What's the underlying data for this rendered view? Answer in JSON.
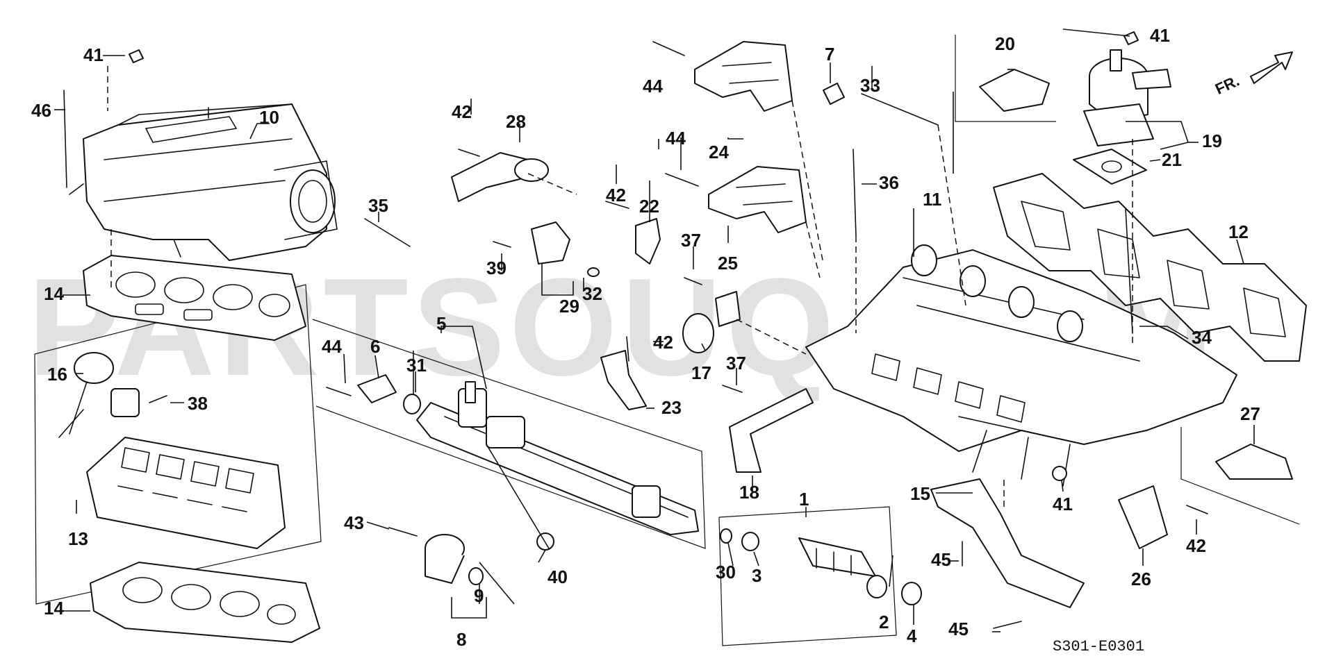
{
  "watermark": "PARTSOUQ.COM",
  "diagram_code": "S301-E0301",
  "front_marker": "FR.",
  "callouts": {
    "c1": "1",
    "c2": "2",
    "c3": "3",
    "c4": "4",
    "c5": "5",
    "c6": "6",
    "c7": "7",
    "c8": "8",
    "c9": "9",
    "c10": "10",
    "c11": "11",
    "c12": "12",
    "c13": "13",
    "c14a": "14",
    "c14b": "14",
    "c15": "15",
    "c16": "16",
    "c17": "17",
    "c18": "18",
    "c19": "19",
    "c20": "20",
    "c21": "21",
    "c22": "22",
    "c23": "23",
    "c24": "24",
    "c25": "25",
    "c26": "26",
    "c27": "27",
    "c28": "28",
    "c29": "29",
    "c30": "30",
    "c31": "31",
    "c32": "32",
    "c33": "33",
    "c34": "34",
    "c35": "35",
    "c36": "36",
    "c37a": "37",
    "c37b": "37",
    "c38": "38",
    "c39": "39",
    "c40": "40",
    "c41a": "41",
    "c41b": "41",
    "c41c": "41",
    "c42a": "42",
    "c42b": "42",
    "c42c": "42",
    "c42d": "42",
    "c43": "43",
    "c44a": "44",
    "c44b": "44",
    "c44c": "44",
    "c45a": "45",
    "c45b": "45",
    "c46": "46"
  }
}
